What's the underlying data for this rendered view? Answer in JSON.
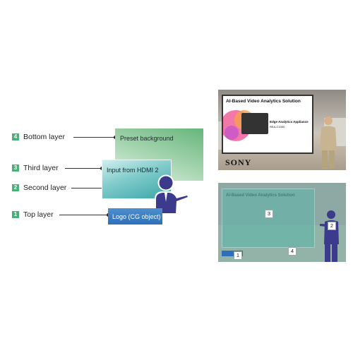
{
  "legend": [
    {
      "number": "4",
      "label": "Bottom layer"
    },
    {
      "number": "3",
      "label": "Third layer"
    },
    {
      "number": "2",
      "label": "Second layer"
    },
    {
      "number": "1",
      "label": "Top layer"
    }
  ],
  "cards": {
    "bottom": "Preset background",
    "third": "Input from HDMI 2",
    "top": "Logo (CG object)"
  },
  "photo_top": {
    "screen_title": "AI-Based Video Analytics Solution",
    "product_name": "Edge Analytics Appliance",
    "product_model": "REA-C1000",
    "brand": "SONY"
  },
  "photo_bottom": {
    "screen_title": "AI-Based Video Analytics Solution",
    "markers": [
      "1",
      "2",
      "3",
      "4"
    ]
  },
  "colors": {
    "badge": "#4caf7a",
    "bottom_layer": "#67b57c",
    "third_layer": "#3aa6a6",
    "top_layer": "#2f6fb7",
    "presenter": "#3b3a8c"
  }
}
